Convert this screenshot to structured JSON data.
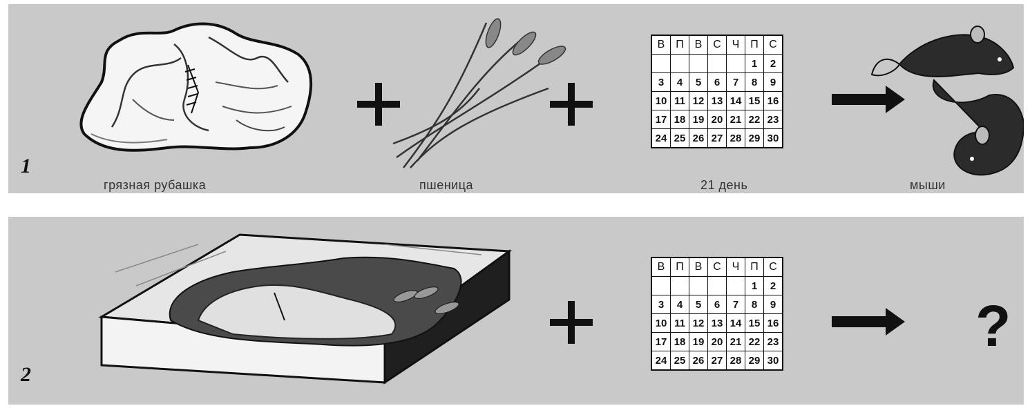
{
  "row1": {
    "number": "1",
    "captions": {
      "shirt": "грязная рубашка",
      "wheat": "пшеница",
      "days": "21 день",
      "mice": "мыши"
    }
  },
  "row2": {
    "number": "2",
    "result": "?"
  },
  "calendar": {
    "header": [
      "В",
      "П",
      "В",
      "С",
      "Ч",
      "П",
      "С"
    ],
    "rows": [
      [
        "",
        "",
        "",
        "",
        "",
        "1",
        "2"
      ],
      [
        "3",
        "4",
        "5",
        "6",
        "7",
        "8",
        "9"
      ],
      [
        "10",
        "11",
        "12",
        "13",
        "14",
        "15",
        "16"
      ],
      [
        "17",
        "18",
        "19",
        "20",
        "21",
        "22",
        "23"
      ],
      [
        "24",
        "25",
        "26",
        "27",
        "28",
        "29",
        "30"
      ]
    ]
  }
}
